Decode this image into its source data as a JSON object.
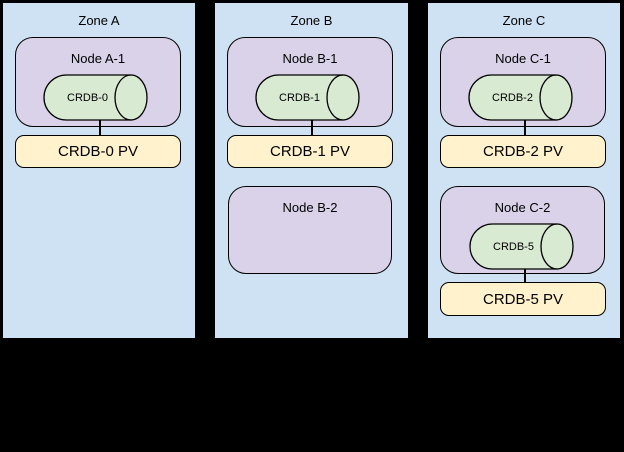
{
  "colors": {
    "background": "#000000",
    "zone_fill": "#cfe2f3",
    "node_fill": "#d9d2e9",
    "pod_fill": "#d9ead3",
    "pv_fill": "#fff2cc",
    "border": "#000000",
    "text": "#000000"
  },
  "zones": [
    {
      "label": "Zone A",
      "nodes": [
        {
          "label": "Node A-1",
          "pod": "CRDB-0",
          "pv": "CRDB-0 PV"
        }
      ]
    },
    {
      "label": "Zone B",
      "nodes": [
        {
          "label": "Node B-1",
          "pod": "CRDB-1",
          "pv": "CRDB-1 PV"
        },
        {
          "label": "Node B-2"
        }
      ]
    },
    {
      "label": "Zone C",
      "nodes": [
        {
          "label": "Node C-1",
          "pod": "CRDB-2",
          "pv": "CRDB-2 PV"
        },
        {
          "label": "Node C-2",
          "pod": "CRDB-5",
          "pv": "CRDB-5 PV"
        }
      ]
    }
  ]
}
